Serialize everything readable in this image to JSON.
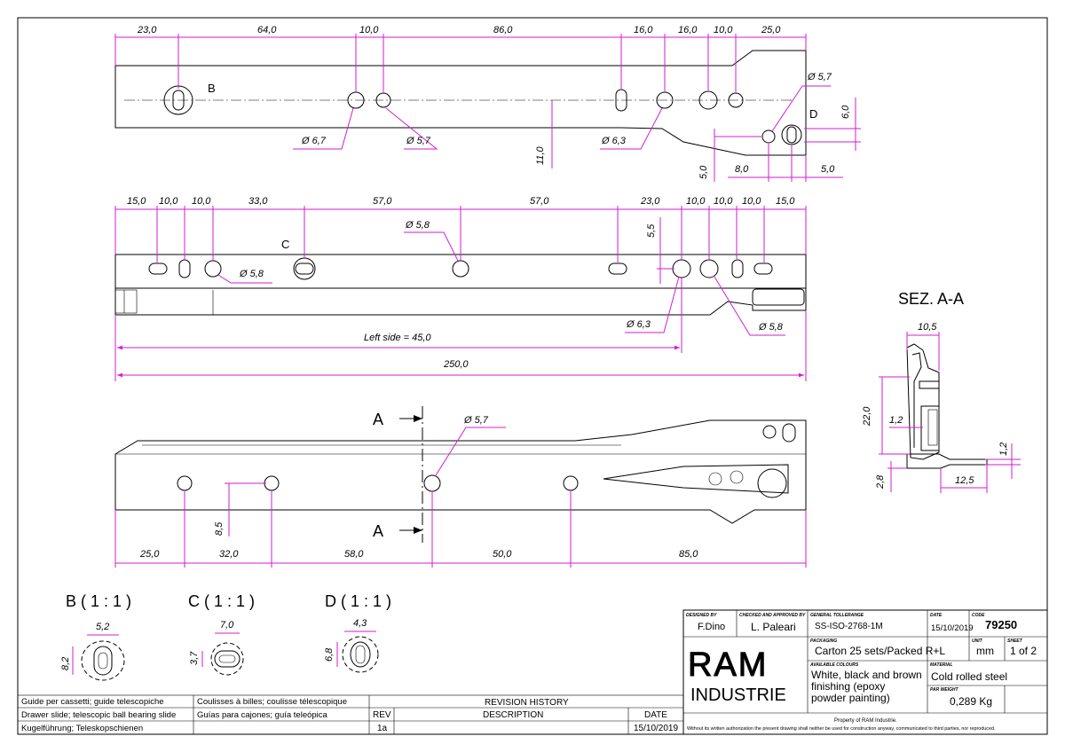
{
  "drawing": {
    "top_view": {
      "dims": [
        "23,0",
        "64,0",
        "10,0",
        "86,0",
        "16,0",
        "16,0",
        "10,0",
        "25,0"
      ],
      "label_b": "B",
      "label_d": "D",
      "holes": [
        "Ø 6,7",
        "Ø 5,7",
        "Ø 6,3",
        "Ø 5,7"
      ],
      "dim_11": "11,0",
      "dim_6": "6,0",
      "dim_5v": "5,0",
      "dim_8": "8,0",
      "dim_5h": "5,0"
    },
    "middle_view": {
      "dims": [
        "15,0",
        "10,0",
        "10,0",
        "33,0",
        "57,0",
        "57,0",
        "23,0",
        "10,0",
        "10,0",
        "10,0",
        "15,0"
      ],
      "label_c": "C",
      "hole_top": "Ø 5,8",
      "hole_left": "Ø 5,8",
      "hole_63": "Ø 6,3",
      "hole_58b": "Ø 5,8",
      "dim_55": "5,5",
      "left_side": "Left side = 45,0",
      "total": "250,0"
    },
    "bottom_view": {
      "section_a": "A",
      "hole": "Ø 5,7",
      "dim_85v": "8,5",
      "dims": [
        "25,0",
        "32,0",
        "58,0",
        "50,0",
        "85,0"
      ]
    },
    "section": {
      "title": "SEZ. A-A",
      "d105": "10,5",
      "d220": "22,0",
      "d12a": "1,2",
      "d12b": "1,2",
      "d28": "2,8",
      "d125": "12,5"
    },
    "details": {
      "b_title": "B ( 1 : 1 )",
      "b_w": "5,2",
      "b_h": "8,2",
      "c_title": "C ( 1 : 1 )",
      "c_w": "7,0",
      "c_h": "3,7",
      "d_title": "D ( 1 : 1 )",
      "d_w": "4,3",
      "d_h": "6,8"
    }
  },
  "description_table": {
    "rows": [
      [
        "Guide per cassetti; guide telescopiche",
        "Coulisses à billes; coulisse télescopique"
      ],
      [
        "Drawer slide; telescopic ball bearing slide",
        "Guías para cajones; guía teleópica"
      ],
      [
        "Kugelführung; Teleskopschienen",
        ""
      ]
    ],
    "revision_history": "REVISION HISTORY",
    "rev_header": "REV",
    "desc_header": "DESCRIPTION",
    "date_header": "DATE",
    "rev": "1a",
    "rev_date": "15/10/2019"
  },
  "title_block": {
    "designed_by_label": "DESIGNED BY",
    "designed_by": "F.Dino",
    "checked_label": "CHECKED AND APPROVED BY",
    "checked": "L. Paleari",
    "tolerance_label": "GENERAL TOLLERANGE",
    "tolerance": "SS-ISO-2768-1M",
    "date_label": "DATE",
    "date": "15/10/2019",
    "code_label": "CODE",
    "code": "79250",
    "packaging_label": "PACKAGING",
    "packaging": "Carton 25 sets/Packed R+L",
    "unit_label": "UNIT",
    "unit": "mm",
    "sheet_label": "SHEET",
    "sheet": "1 of 2",
    "logo_top": "RAM",
    "logo_bottom": "INDUSTRIE",
    "colours_label": "AVAILABLE COLOURS",
    "colours_1": "White, black and brown",
    "colours_2": "finishing (epoxy",
    "colours_3": "powder painting)",
    "material_label": "MATERIAL",
    "material": "Cold rolled steel",
    "weight_label": "PAR WEIGHT",
    "weight": "0,289 Kg",
    "property_1": "Property of RAM Industrie.",
    "property_2": "Without its written authorization the present drawing shall neither be used for construction anyway, communicated to third parties, nor reproduced."
  },
  "colors": {
    "dimension": "#d21ed2",
    "line": "#000000"
  }
}
